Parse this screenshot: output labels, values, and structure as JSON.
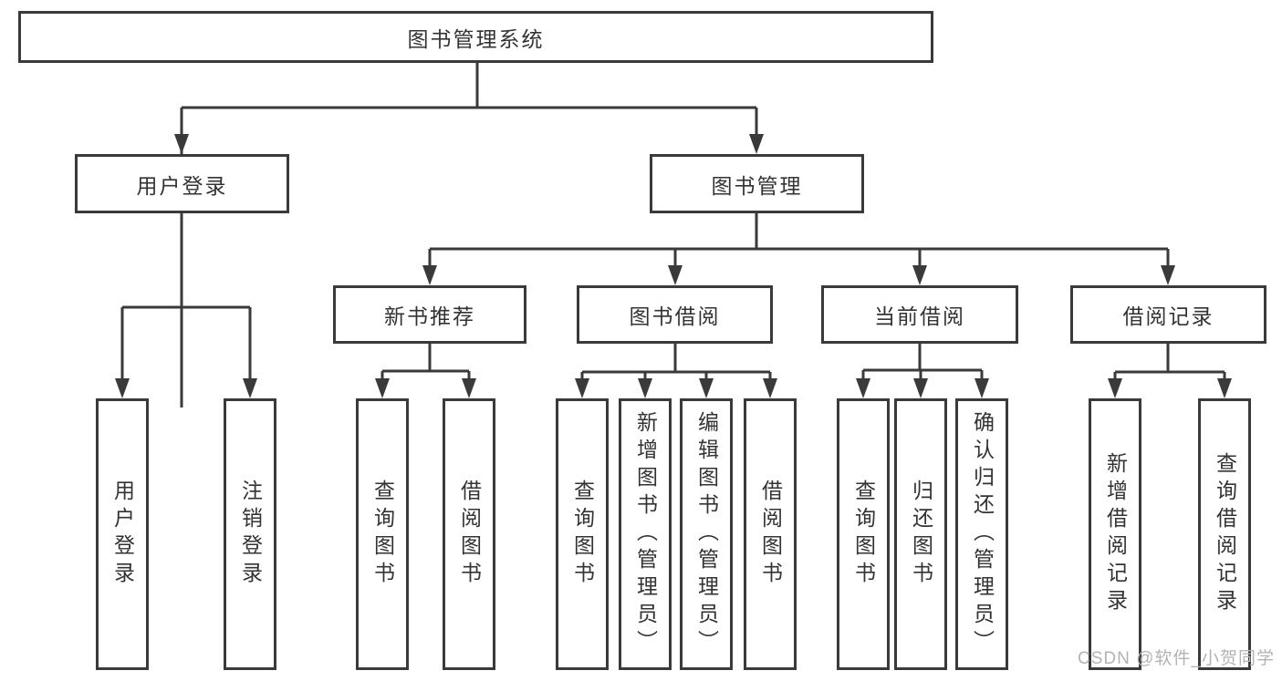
{
  "colors": {
    "line": "#3a3a3a",
    "box_border": "#3a3a3a",
    "text": "#333333",
    "watermark": "#b3b3b3",
    "background": "#ffffff"
  },
  "diagram": {
    "root": {
      "label": "图书管理系统"
    },
    "branches": [
      {
        "label": "用户登录",
        "leaves": [
          {
            "label": "用户登录"
          },
          {
            "label": "注销登录"
          }
        ]
      },
      {
        "label": "图书管理",
        "modules": [
          {
            "label": "新书推荐",
            "leaves": [
              {
                "label": "查询图书"
              },
              {
                "label": "借阅图书"
              }
            ]
          },
          {
            "label": "图书借阅",
            "leaves": [
              {
                "label": "查询图书"
              },
              {
                "label": "新增图书（管理员）"
              },
              {
                "label": "编辑图书（管理员）"
              },
              {
                "label": "借阅图书"
              }
            ]
          },
          {
            "label": "当前借阅",
            "leaves": [
              {
                "label": "查询图书"
              },
              {
                "label": "归还图书"
              },
              {
                "label": "确认归还（管理员）"
              }
            ]
          },
          {
            "label": "借阅记录",
            "leaves": [
              {
                "label": "新增借阅记录"
              },
              {
                "label": "查询借阅记录"
              }
            ]
          }
        ]
      }
    ]
  },
  "watermark": {
    "text": "CSDN @软件_小贺同学"
  }
}
